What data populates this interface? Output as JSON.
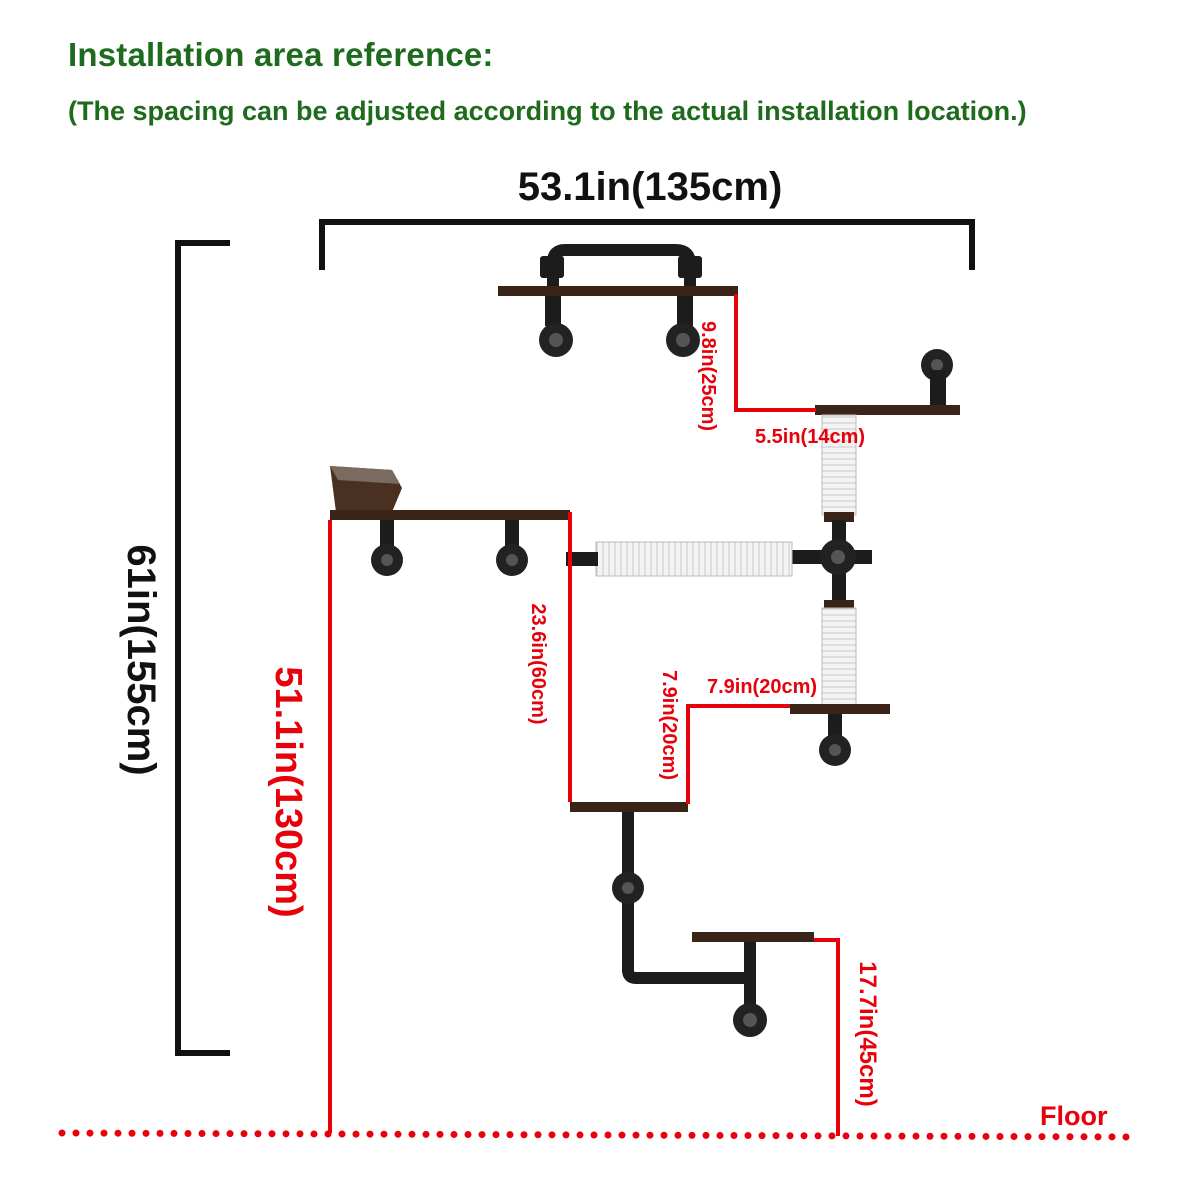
{
  "title": "Installation area reference:",
  "subtitle": "(The spacing can be adjusted according to the actual installation location.)",
  "colors": {
    "title": "#1e6b1e",
    "dimension_red": "#e8000b",
    "dimension_black": "#111111",
    "shelf": "#3a2418",
    "pipe": "#1c1c1c",
    "rope": "#f2f2f2"
  },
  "dimensions": {
    "total_width": "53.1in(135cm)",
    "total_height": "61in(155cm)",
    "lowest_left_to_floor": "51.1in(130cm)",
    "top_step_vertical": "9.8in(25cm)",
    "top_step_horizontal": "5.5in(14cm)",
    "middle_drop": "23.6in(60cm)",
    "lower_step_vertical": "7.9in(20cm)",
    "lower_step_horizontal": "7.9in(20cm)",
    "bottom_to_floor": "17.7in(45cm)"
  },
  "floor_label": "Floor"
}
